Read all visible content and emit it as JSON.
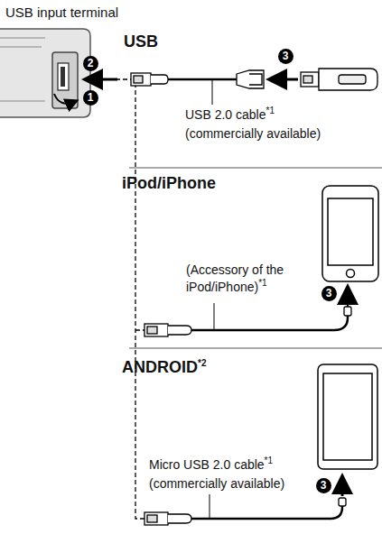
{
  "diagram": {
    "labels": [
      "USB input terminal",
      "USB",
      "USB 2.0 cable",
      "*1",
      "(commercially available)",
      "iPod/iPhone",
      "(Accessory of the iPod/iPhone)",
      "*1",
      "ANDROID",
      "*2",
      "Micro USB 2.0 cable",
      "*1",
      "(commercially available)",
      "1",
      "2",
      "3",
      "3",
      "3"
    ]
  }
}
